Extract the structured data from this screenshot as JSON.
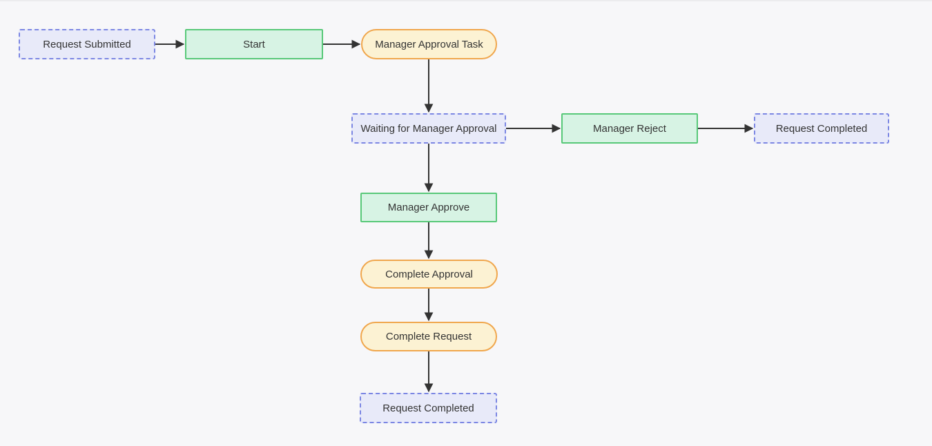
{
  "page": {
    "background_color": "#f7f7f9"
  },
  "diagram": {
    "type": "flowchart",
    "direction": "top-to-bottom with side branch",
    "colors": {
      "state_border": "#7b86e3",
      "state_fill": "#e8eaf9",
      "action_border": "#57c878",
      "action_fill": "#d7f3e4",
      "task_border": "#f0a64c",
      "task_fill": "#fcf2d3",
      "arrow": "#333333",
      "text": "#333333"
    },
    "nodes": [
      {
        "id": "request-submitted",
        "label": "Request Submitted",
        "type": "state-dashed"
      },
      {
        "id": "start",
        "label": "Start",
        "type": "action-green"
      },
      {
        "id": "manager-approval-task",
        "label": "Manager Approval Task",
        "type": "task-pill"
      },
      {
        "id": "waiting-for-manager-approval",
        "label": "Waiting for Manager Approval",
        "type": "state-dashed"
      },
      {
        "id": "manager-reject",
        "label": "Manager Reject",
        "type": "action-green"
      },
      {
        "id": "request-completed-right",
        "label": "Request Completed",
        "type": "state-dashed"
      },
      {
        "id": "manager-approve",
        "label": "Manager Approve",
        "type": "action-green"
      },
      {
        "id": "complete-approval",
        "label": "Complete Approval",
        "type": "task-pill"
      },
      {
        "id": "complete-request",
        "label": "Complete Request",
        "type": "task-pill"
      },
      {
        "id": "request-completed-bottom",
        "label": "Request Completed",
        "type": "state-dashed"
      }
    ],
    "edges": [
      {
        "from": "request-submitted",
        "to": "start"
      },
      {
        "from": "start",
        "to": "manager-approval-task"
      },
      {
        "from": "manager-approval-task",
        "to": "waiting-for-manager-approval"
      },
      {
        "from": "waiting-for-manager-approval",
        "to": "manager-reject"
      },
      {
        "from": "manager-reject",
        "to": "request-completed-right"
      },
      {
        "from": "waiting-for-manager-approval",
        "to": "manager-approve"
      },
      {
        "from": "manager-approve",
        "to": "complete-approval"
      },
      {
        "from": "complete-approval",
        "to": "complete-request"
      },
      {
        "from": "complete-request",
        "to": "request-completed-bottom"
      }
    ]
  }
}
